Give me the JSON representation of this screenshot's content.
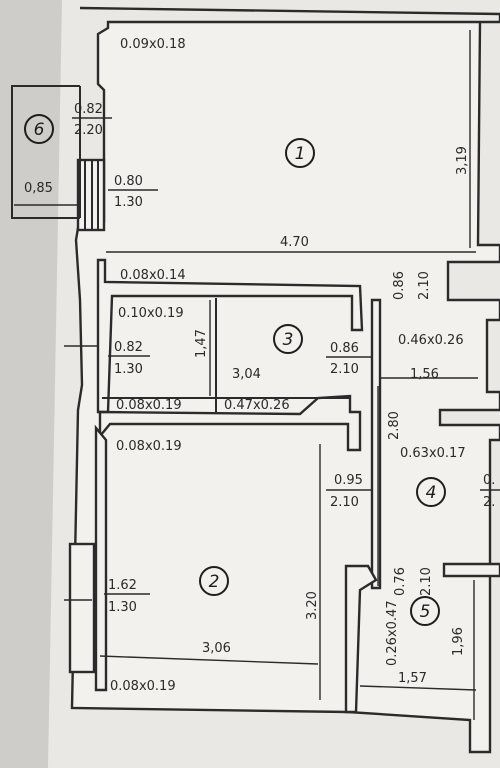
{
  "rooms": [
    {
      "number": "1"
    },
    {
      "number": "2"
    },
    {
      "number": "3"
    },
    {
      "number": "4"
    },
    {
      "number": "5"
    },
    {
      "number": "6"
    }
  ],
  "labels": {
    "r1_top_opening": "0.09x0.18",
    "r1_width": "4.70",
    "r1_height": "3,19",
    "r6_window_num": "0.82",
    "r6_window_den": "2.20",
    "r6_depth": "0,85",
    "r1_window_num": "0.80",
    "r1_window_den": "1.30",
    "r1_bottom_niche": "0.08x0.14",
    "door_top_num": "0.86",
    "door_top_den": "2.10",
    "r3_niche": "0.10x0.19",
    "r3_window_num": "0.82",
    "r3_window_den": "1.30",
    "r3_depth": "1,47",
    "r3_width": "3,04",
    "r3_door_num": "0.86",
    "r3_door_den": "2.10",
    "right_niche_1": "0.46x0.26",
    "corridor_width": "1,56",
    "r3_bottom_left": "0.08x0.19",
    "r3_bottom_right": "0.47x0.26",
    "corridor_length": "2.80",
    "r2_top_niche": "0.08x0.19",
    "right_niche_2": "0.63x0.17",
    "r2_door_num": "0.95",
    "r2_door_den": "2.10",
    "r4_door_num": "0.",
    "r4_door_den": "2.",
    "r2_window_num": "1.62",
    "r2_window_den": "1.30",
    "r5_door_num": "0.76",
    "r5_door_den": "2.10",
    "r5_niche": "0.26x0.47",
    "r5_length": "1,96",
    "r2_height": "3.20",
    "r2_width": "3,06",
    "r5_width": "1,57",
    "r2_bottom_niche": "0.08x0.19"
  }
}
